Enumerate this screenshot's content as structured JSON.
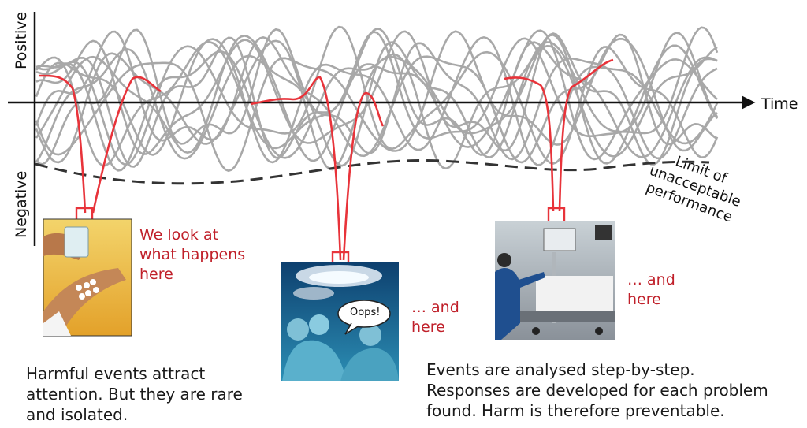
{
  "axes": {
    "y_positive": "Positive",
    "y_negative": "Negative",
    "x": "Time"
  },
  "limit_label": "Limit of\nunacceptable\nperformance",
  "callouts": {
    "first": "We look at\nwhat happens\nhere",
    "second": "… and\nhere",
    "third": "… and\nhere"
  },
  "speech_bubble": "Oops!",
  "captions": {
    "left": "Harmful events attract\nattention. But they are rare\nand isolated.",
    "right": "Events are analysed step-by-step.\nResponses are developed for each problem\nfound. Harm is therefore preventable."
  },
  "colors": {
    "curves": "#a8a8a8",
    "highlight": "#e8333a",
    "callout_text": "#c0202a",
    "axis": "#111111"
  }
}
